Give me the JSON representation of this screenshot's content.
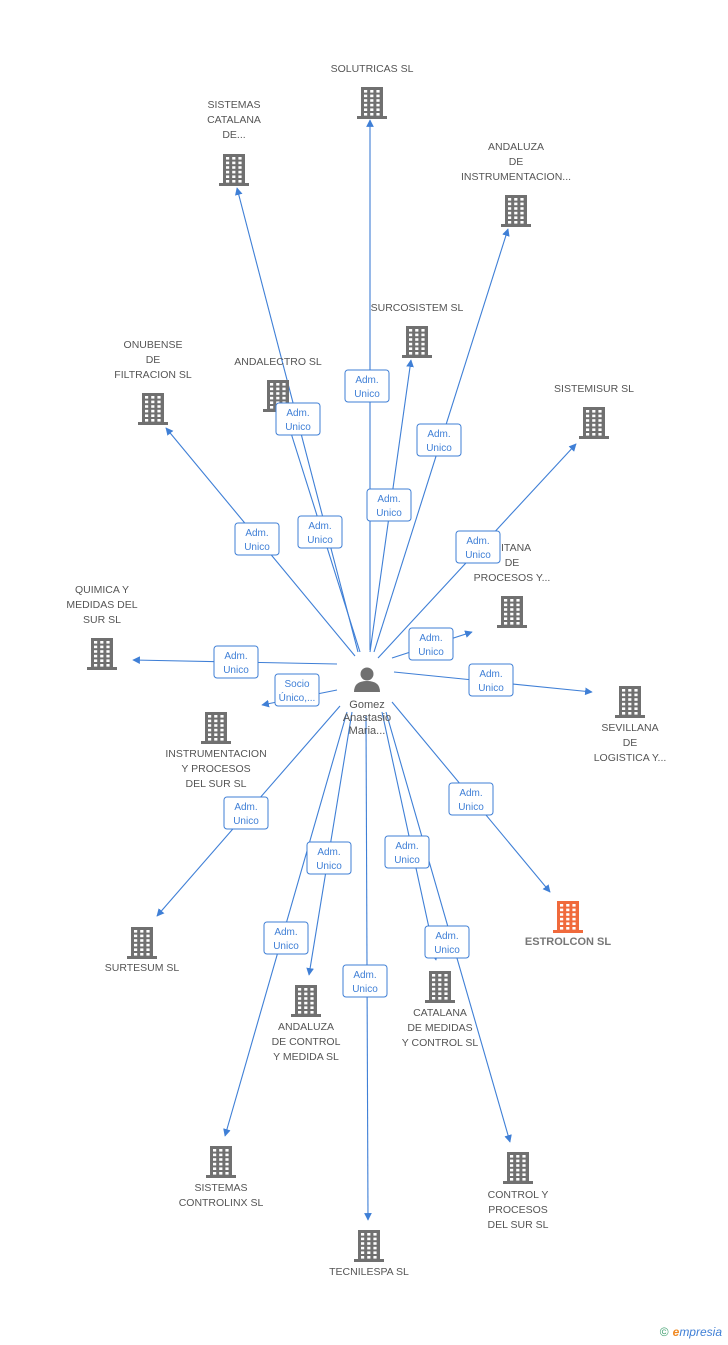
{
  "center": {
    "lines": [
      "Gomez",
      "Anastasio",
      "Maria..."
    ]
  },
  "colors": {
    "edge": "#3f7fd6",
    "building": "#707070",
    "highlight": "#f06a3c",
    "person": "#707070"
  },
  "nodes": [
    {
      "id": "solutricas",
      "lines": [
        "SOLUTRICAS SL"
      ],
      "highlight": false
    },
    {
      "id": "sistemas-catalana",
      "lines": [
        "SISTEMAS",
        "CATALANA",
        "DE..."
      ],
      "highlight": false
    },
    {
      "id": "andaluza-instrumentacion",
      "lines": [
        "ANDALUZA",
        "DE",
        "INSTRUMENTACION..."
      ],
      "highlight": false
    },
    {
      "id": "surcosistem",
      "lines": [
        "SURCOSISTEM SL"
      ],
      "highlight": false
    },
    {
      "id": "onubense",
      "lines": [
        "ONUBENSE",
        "DE",
        "FILTRACION SL"
      ],
      "highlight": false
    },
    {
      "id": "andalectro",
      "lines": [
        "ANDALECTRO SL"
      ],
      "highlight": false
    },
    {
      "id": "sistemisur",
      "lines": [
        "SISTEMISUR SL"
      ],
      "highlight": false
    },
    {
      "id": "oitana",
      "lines": [
        "OITANA",
        "DE",
        "PROCESOS Y..."
      ],
      "highlight": false
    },
    {
      "id": "quimica",
      "lines": [
        "QUIMICA Y",
        "MEDIDAS DEL",
        "SUR SL"
      ],
      "highlight": false
    },
    {
      "id": "instrumentacion-procesos",
      "lines": [
        "INSTRUMENTACION",
        "Y PROCESOS",
        "DEL SUR SL"
      ],
      "highlight": false
    },
    {
      "id": "sevillana",
      "lines": [
        "SEVILLANA",
        "DE",
        "LOGISTICA Y..."
      ],
      "highlight": false
    },
    {
      "id": "estrolcon",
      "lines": [
        "ESTROLCON SL"
      ],
      "highlight": true
    },
    {
      "id": "surtesum",
      "lines": [
        "SURTESUM SL"
      ],
      "highlight": false
    },
    {
      "id": "andaluza-control",
      "lines": [
        "ANDALUZA",
        "DE CONTROL",
        "Y MEDIDA SL"
      ],
      "highlight": false
    },
    {
      "id": "catalana-medidas",
      "lines": [
        "CATALANA",
        "DE MEDIDAS",
        "Y CONTROL SL"
      ],
      "highlight": false
    },
    {
      "id": "sistemas-controlinx",
      "lines": [
        "SISTEMAS",
        "CONTROLINX SL"
      ],
      "highlight": false
    },
    {
      "id": "control-procesos",
      "lines": [
        "CONTROL Y",
        "PROCESOS",
        "DEL SUR SL"
      ],
      "highlight": false
    },
    {
      "id": "tecnilespa",
      "lines": [
        "TECNILESPA SL"
      ],
      "highlight": false
    }
  ],
  "edges": [
    {
      "to": "solutricas",
      "lines": [
        "Adm.",
        "Unico"
      ]
    },
    {
      "to": "sistemas-catalana",
      "lines": [
        "Adm.",
        "Unico"
      ]
    },
    {
      "to": "andaluza-instrumentacion",
      "lines": [
        "Adm.",
        "Unico"
      ]
    },
    {
      "to": "surcosistem",
      "lines": [
        "Adm.",
        "Unico"
      ]
    },
    {
      "to": "onubense",
      "lines": [
        "Adm.",
        "Unico"
      ]
    },
    {
      "to": "andalectro",
      "lines": [
        "Adm.",
        "Unico"
      ]
    },
    {
      "to": "sistemisur",
      "lines": [
        "Adm.",
        "Unico"
      ]
    },
    {
      "to": "oitana",
      "lines": [
        "Adm.",
        "Unico"
      ]
    },
    {
      "to": "quimica",
      "lines": [
        "Adm.",
        "Unico"
      ]
    },
    {
      "to": "instrumentacion-procesos",
      "lines": [
        "Socio",
        "Único,..."
      ]
    },
    {
      "to": "sevillana",
      "lines": [
        "Adm.",
        "Unico"
      ]
    },
    {
      "to": "estrolcon",
      "lines": [
        "Adm.",
        "Unico"
      ]
    },
    {
      "to": "surtesum",
      "lines": [
        "Adm.",
        "Unico"
      ]
    },
    {
      "to": "andaluza-control",
      "lines": [
        "Adm.",
        "Unico"
      ]
    },
    {
      "to": "catalana-medidas",
      "lines": [
        "Adm.",
        "Unico"
      ]
    },
    {
      "to": "sistemas-controlinx",
      "lines": [
        "Adm.",
        "Unico"
      ]
    },
    {
      "to": "control-procesos",
      "lines": [
        "Adm.",
        "Unico"
      ]
    },
    {
      "to": "tecnilespa",
      "lines": [
        "Adm.",
        "Unico"
      ]
    }
  ],
  "footer": {
    "copyright": "©",
    "brand_first": "e",
    "brand_rest": "mpresia"
  }
}
